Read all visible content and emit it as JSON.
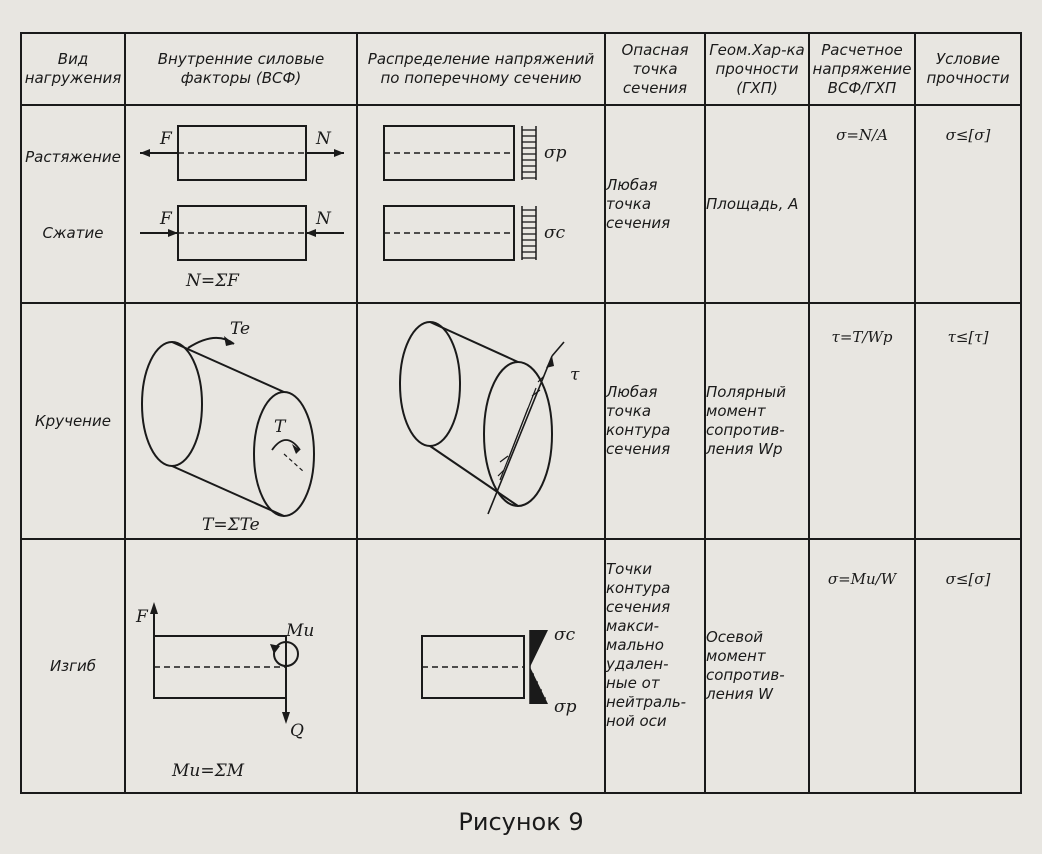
{
  "headers": {
    "col1": "Вид\nнагружения",
    "col2": "Внутренние силовые\nфакторы (ВСФ)",
    "col3": "Распределение напряжений\nпо поперечному сечению",
    "col4": "Опасная\nточка\nсечения",
    "col5": "Геом.Хар-ка\nпрочности\n(ГХП)",
    "col6": "Расчетное\nнапряжение\nВСФ/ГХП",
    "col7": "Условие\nпрочности"
  },
  "rows": {
    "tension": {
      "name": "Растяжение",
      "force_left": "F",
      "force_right": "N",
      "stress_label": "σр"
    },
    "compression": {
      "name": "Сжатие",
      "force_left": "F",
      "force_right": "N",
      "stress_label": "σс",
      "sum": "N=ΣF"
    },
    "axial_shared": {
      "danger_point": "Любая\nточка\nсечения",
      "geom": "Площадь, А",
      "formula": "σ=N/A",
      "condition": "σ≤[σ]"
    },
    "torsion": {
      "name": "Кручение",
      "torque_label": "Te",
      "inner_label": "T",
      "sum": "T=ΣTe",
      "stress_label": "τ",
      "danger_point": "Любая\nточка\nконтура\nсечения",
      "geom": "Полярный\nмомент\nсопротив-\nления Wp",
      "formula": "τ=T/Wp",
      "condition": "τ≤[τ]"
    },
    "bending": {
      "name": "Изгиб",
      "force_label": "F",
      "moment_label": "Mu",
      "shear_label": "Q",
      "sum": "Mu=ΣM",
      "stress_top": "σс",
      "stress_bottom": "σр",
      "danger_point": "Точки\nконтура\nсечения\nмакси-\nмально\nудален-\nные от\nнейтраль-\nной оси",
      "geom": "Осевой\nмомент\nсопротив-\nления W",
      "formula": "σ=Mu/W",
      "condition": "σ≤[σ]"
    }
  },
  "caption": "Рисунок 9"
}
